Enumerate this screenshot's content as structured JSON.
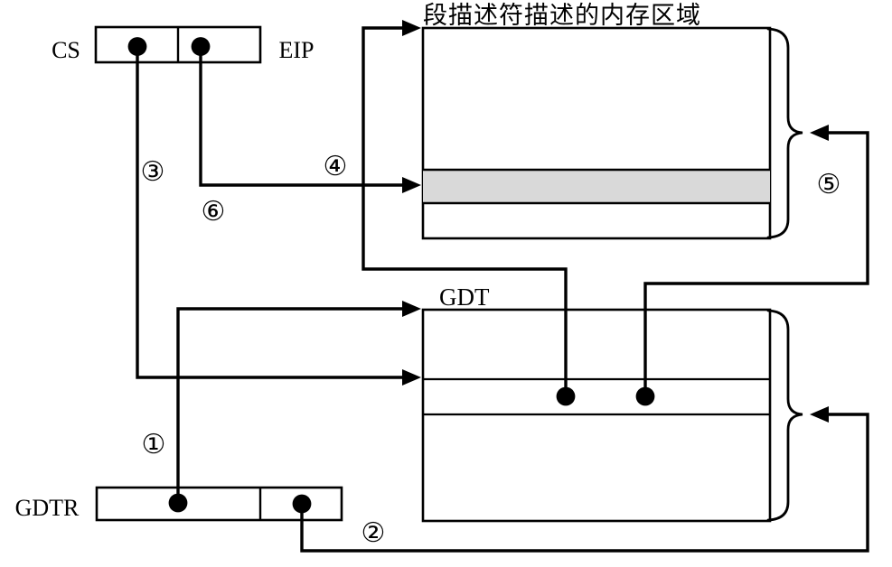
{
  "title": "段描述符描述的内存区域",
  "labels": {
    "cs": "CS",
    "eip": "EIP",
    "gdtr": "GDTR",
    "gdt": "GDT"
  },
  "steps": {
    "s1": "①",
    "s2": "②",
    "s3": "③",
    "s4": "④",
    "s5": "⑤",
    "s6": "⑥"
  },
  "colors": {
    "line": "#000000",
    "highlight_row": "#d9d9d9",
    "background": "#ffffff"
  }
}
